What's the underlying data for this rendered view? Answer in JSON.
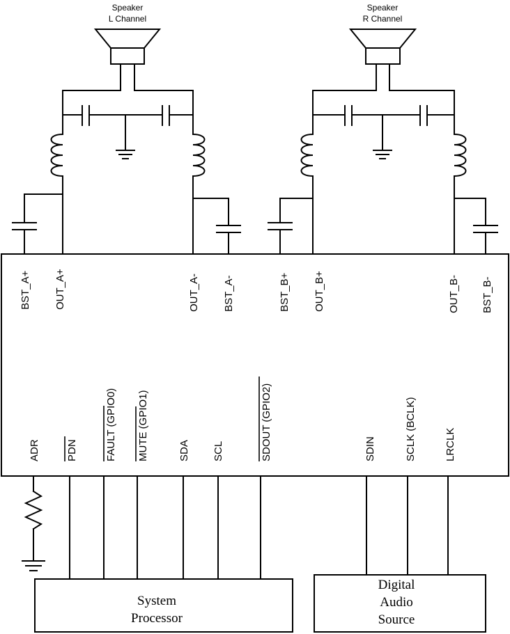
{
  "speakers": {
    "left": {
      "line1": "Speaker",
      "line2": "L Channel"
    },
    "right": {
      "line1": "Speaker",
      "line2": "R Channel"
    }
  },
  "top_pins": {
    "bst_a_plus": "BST_A+",
    "out_a_plus": "OUT_A+",
    "out_a_minus": "OUT_A-",
    "bst_a_minus": "BST_A-",
    "bst_b_plus": "BST_B+",
    "out_b_plus": "OUT_B+",
    "out_b_minus": "OUT_B-",
    "bst_b_minus": "BST_B-"
  },
  "bottom_pins": {
    "adr": "ADR",
    "pdn": "PDN",
    "fault": "FAULT (GPIO0)",
    "mute": "MUTE (GPIO1)",
    "sda": "SDA",
    "scl": "SCL",
    "sdout": "SDOUT (GPIO2)",
    "sdin": "SDIN",
    "sclk": "SCLK (BCLK)",
    "lrclk": "LRCLK"
  },
  "blocks": {
    "system_processor": {
      "line1": "System",
      "line2": "Processor"
    },
    "digital_audio_source": {
      "line1": "Digital",
      "line2": "Audio",
      "line3": "Source"
    }
  }
}
